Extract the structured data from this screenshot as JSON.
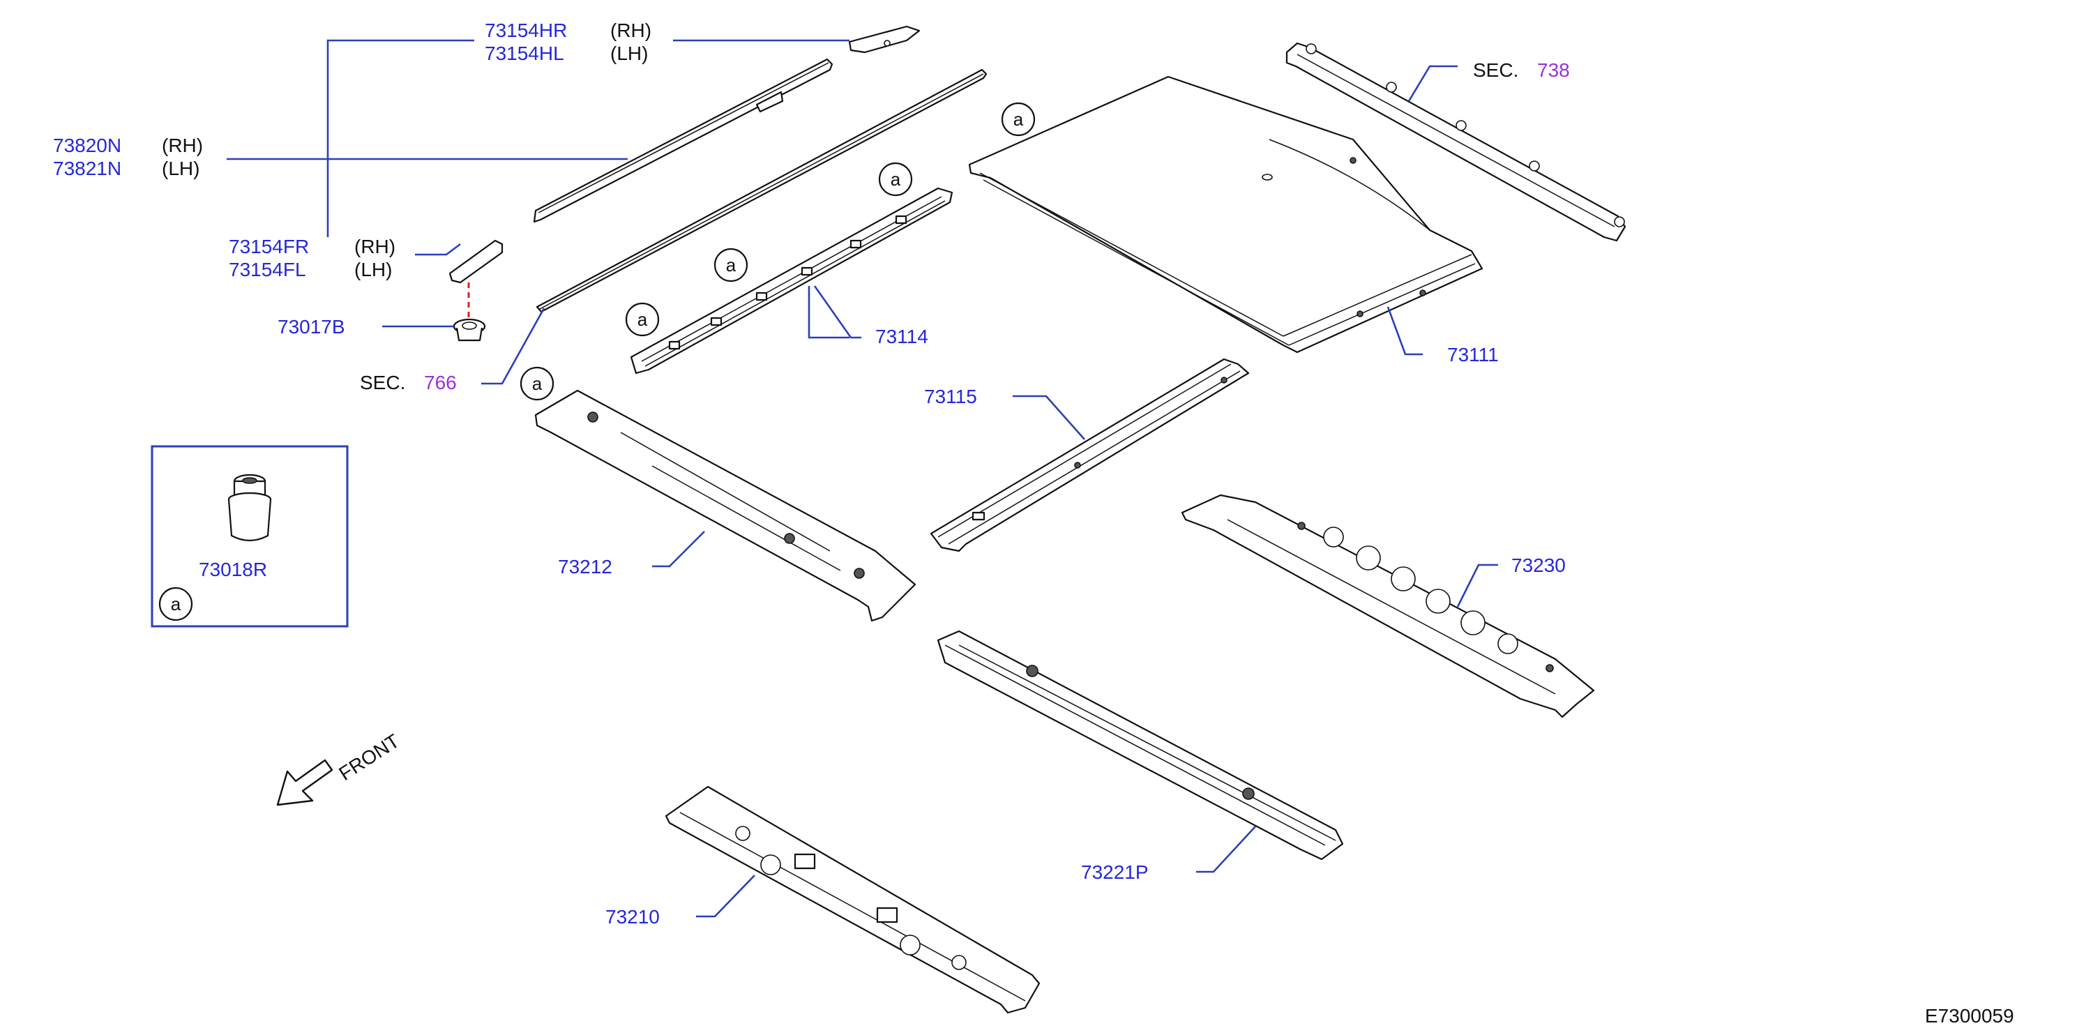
{
  "diagram_id": "E7300059",
  "front_label": "FRONT",
  "callout_letter": "a",
  "sec_label": "SEC.",
  "colors": {
    "part_number": "#2626d9",
    "section_number": "#9b30d9",
    "leader": "#2a3fb8",
    "dashed": "#e02020"
  },
  "parts": {
    "moulding_rear_rh": "73154HR",
    "moulding_rear_lh": "73154HL",
    "rail_rh": "73820N",
    "rail_lh": "73821N",
    "moulding_front_rh": "73154FR",
    "moulding_front_lh": "73154FL",
    "clip": "73017B",
    "sec_766": "766",
    "sec_738": "738",
    "inset_part": "73018R",
    "bow_73114": "73114",
    "roof_73111": "73111",
    "bow_73115": "73115",
    "rail_73212": "73212",
    "rail_73230": "73230",
    "rail_73221p": "73221P",
    "rail_73210": "73210"
  },
  "sides": {
    "rh": "(RH)",
    "lh": "(LH)"
  }
}
